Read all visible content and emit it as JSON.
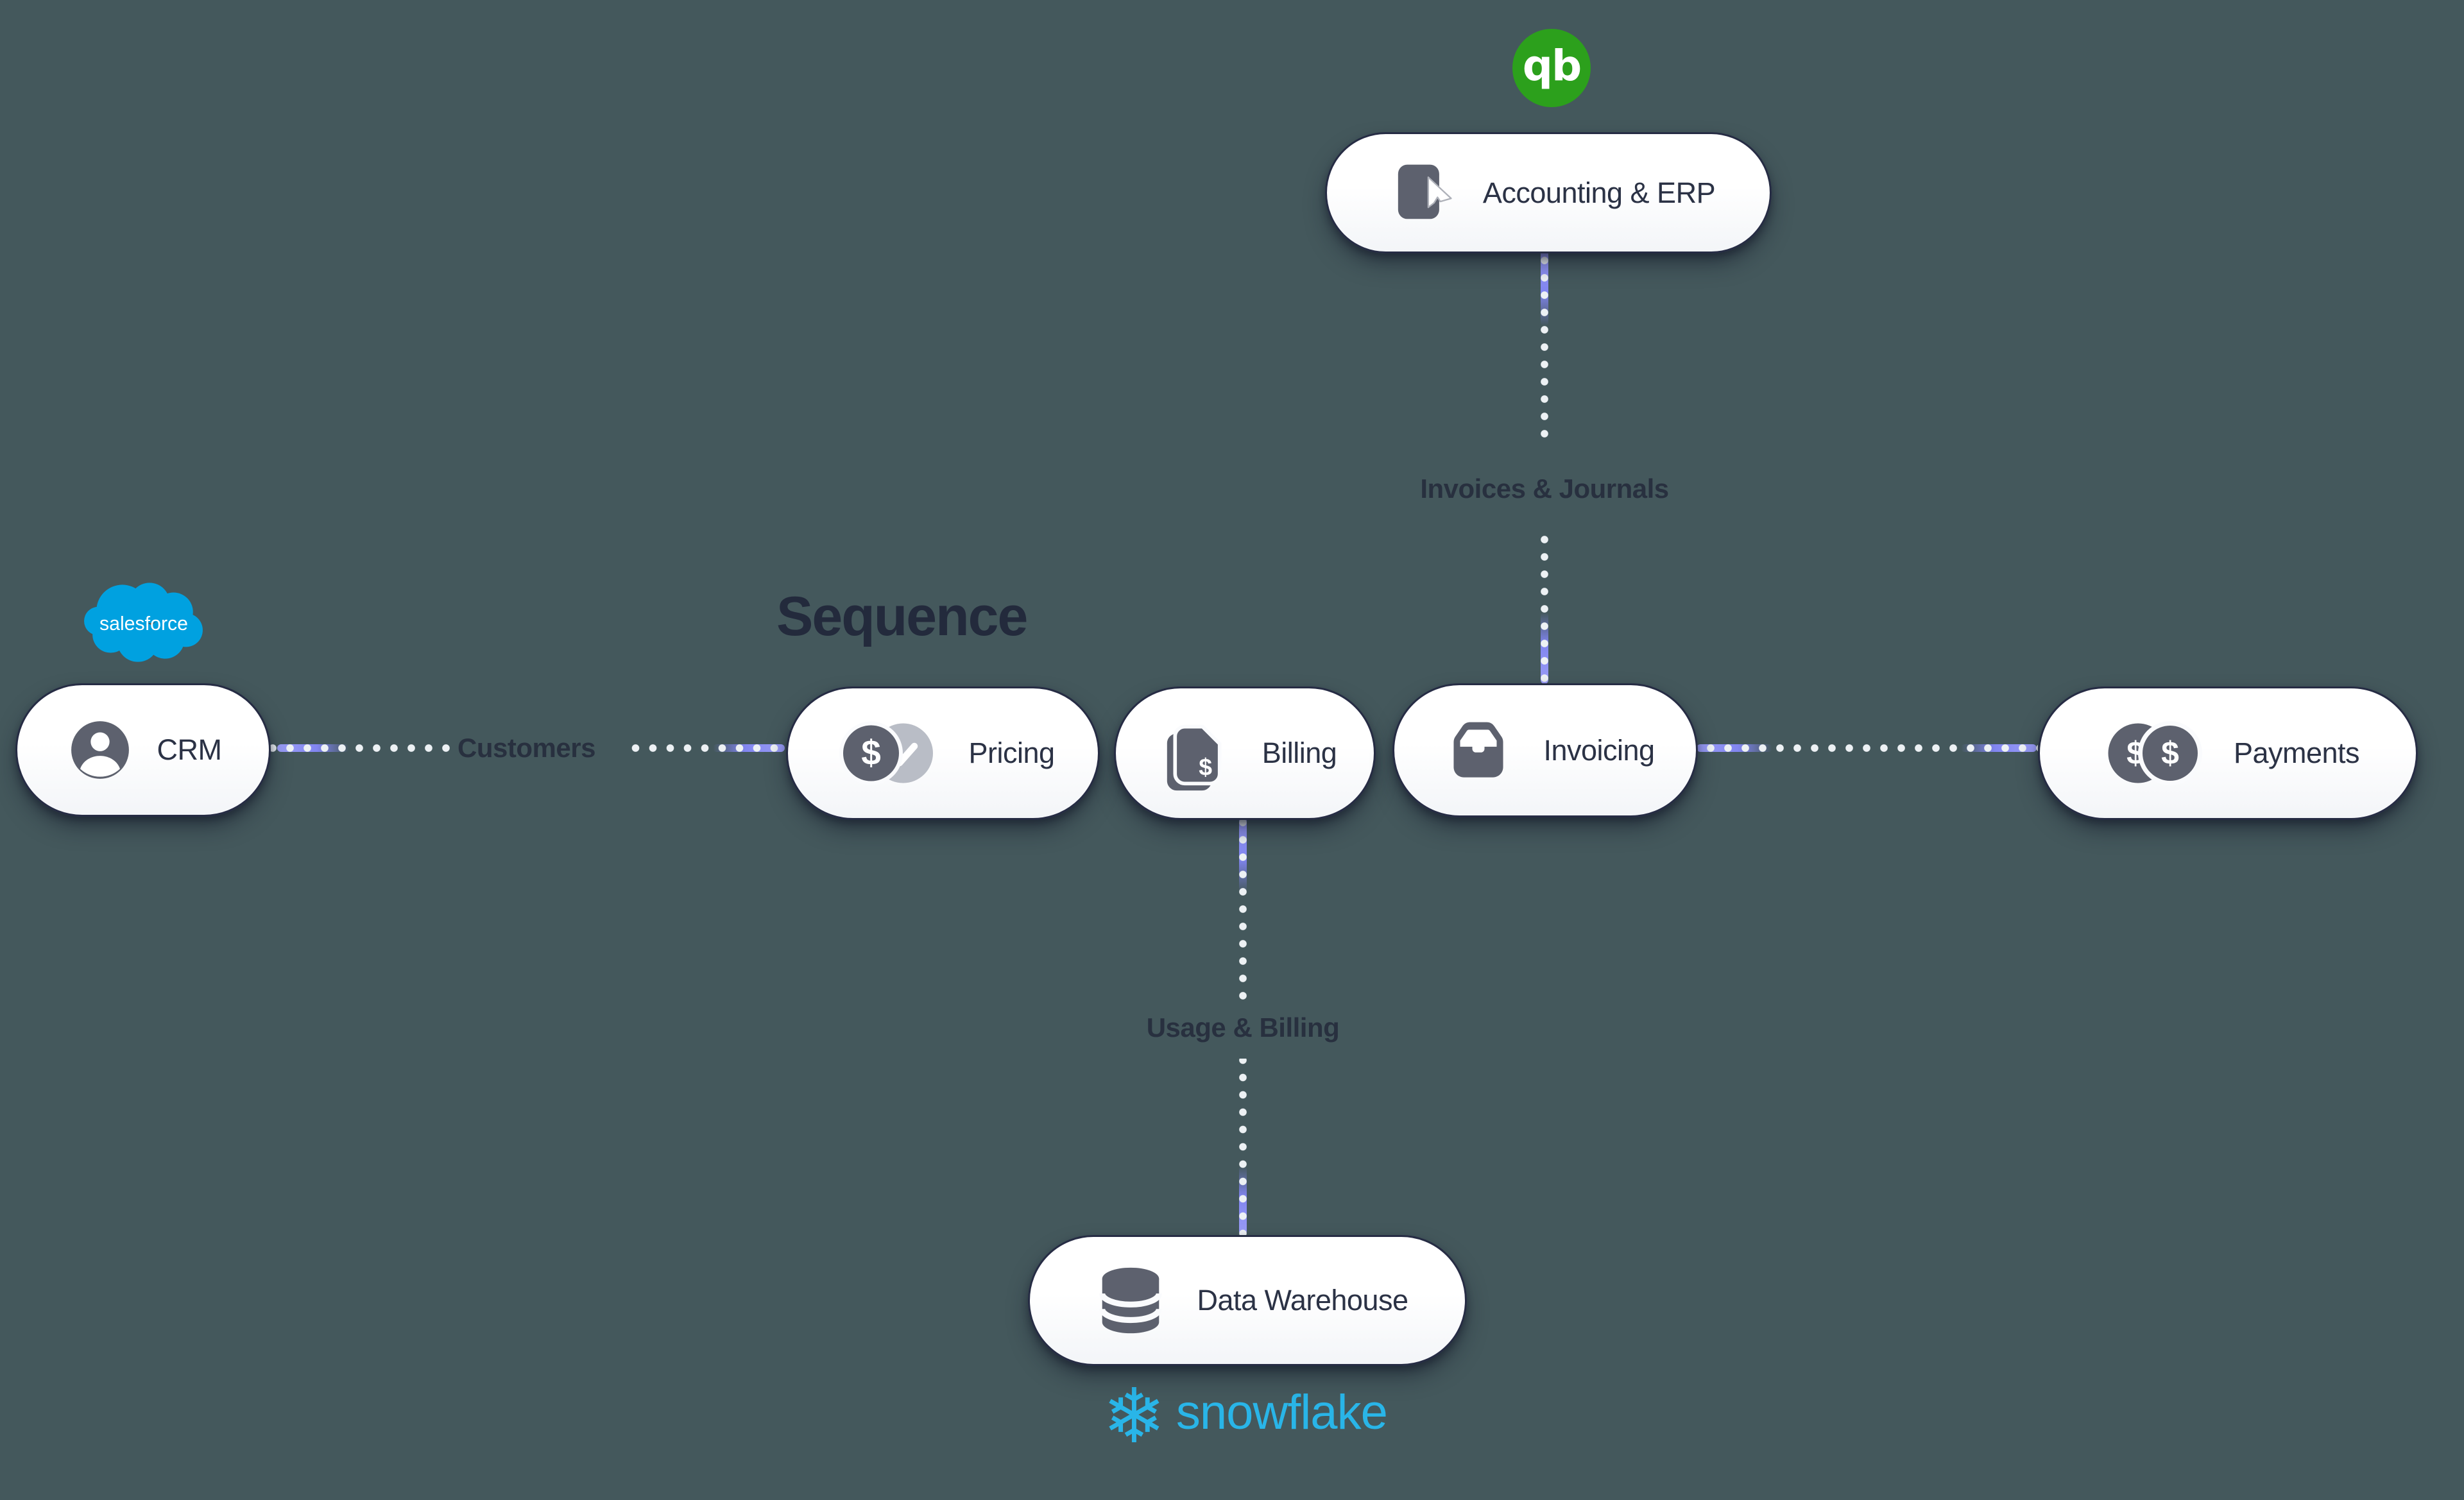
{
  "brand": {
    "title": "Sequence"
  },
  "colors": {
    "background": "#44585c",
    "accent-purple": "#8185f0",
    "dot": "#edf1f4",
    "text-dark": "#28303f",
    "icon-gray": "#5d616e",
    "icon-gray-light": "#b9bdc6",
    "qb-green": "#2ca01c",
    "salesforce-blue": "#00a1e0",
    "snowflake-blue": "#29b5e8"
  },
  "nodes": [
    {
      "id": "accounting-erp",
      "label": "Accounting & ERP",
      "icon": "document-cursor-icon"
    },
    {
      "id": "crm",
      "label": "CRM",
      "icon": "user-icon"
    },
    {
      "id": "pricing",
      "label": "Pricing",
      "icon": "dollar-coin-check-icon"
    },
    {
      "id": "billing",
      "label": "Billing",
      "icon": "billing-documents-icon"
    },
    {
      "id": "invoicing",
      "label": "Invoicing",
      "icon": "inbox-tray-icon"
    },
    {
      "id": "payments",
      "label": "Payments",
      "icon": "dollar-coins-icon"
    },
    {
      "id": "data-warehouse",
      "label": "Data Warehouse",
      "icon": "database-icon"
    }
  ],
  "edges": [
    {
      "from": "crm",
      "to": "pricing",
      "label": "Customers"
    },
    {
      "from": "accounting-erp",
      "to": "invoicing",
      "label": "Invoices & Journals"
    },
    {
      "from": "billing",
      "to": "data-warehouse",
      "label": "Usage & Billing"
    },
    {
      "from": "invoicing",
      "to": "payments",
      "label": ""
    }
  ],
  "logos": {
    "quickbooks": {
      "text": "qb"
    },
    "salesforce": {
      "text": "salesforce"
    },
    "snowflake": {
      "glyph": "❄",
      "text": "snowflake"
    }
  }
}
